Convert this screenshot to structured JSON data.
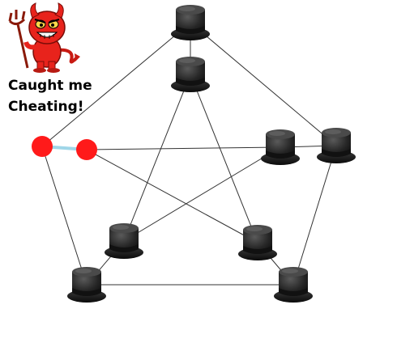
{
  "caption": {
    "line1": "Caught me",
    "line2": "Cheating!"
  },
  "graph": {
    "outer": [
      "top",
      "right",
      "bottom-right",
      "bottom-left",
      "left"
    ],
    "inner": [
      "inner-top",
      "inner-right",
      "inner-bottom-right",
      "inner-bottom-left",
      "inner-left"
    ],
    "highlighted_nodes": [
      "left",
      "inner-left"
    ],
    "highlighted_edges": [
      [
        "left",
        "inner-left"
      ]
    ]
  },
  "colors": {
    "edge": "#333333",
    "highlight_node": "#ff1a1a",
    "highlight_edge": "#9fd6e8",
    "hat": "#1a1a1a",
    "devil": "#e8231c"
  }
}
